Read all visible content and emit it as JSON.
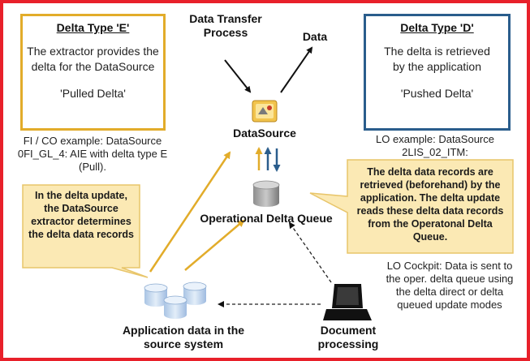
{
  "box_e": {
    "title": "Delta Type 'E'",
    "text": "The extractor provides the delta for the DataSource",
    "quote": "'Pulled Delta'"
  },
  "box_d": {
    "title": "Delta Type 'D'",
    "text": "The delta is retrieved by the application",
    "quote": "'Pushed Delta'"
  },
  "labels": {
    "dtp": "Data Transfer Process",
    "data": "Data",
    "datasource": "DataSource",
    "odq": "Operational Delta Queue",
    "app_data": "Application data in the source system",
    "doc_processing": "Document processing"
  },
  "notes": {
    "fi_co": "FI / CO example: DataSource 0FI_GL_4: AIE with delta type E (Pull).",
    "lo_example": "LO example: DataSource 2LIS_02_ITM:",
    "lo_cockpit": "LO Cockpit: Data is sent to the oper. delta queue using the delta direct or delta queued update modes"
  },
  "callouts": {
    "left": "In the delta update, the DataSource extractor determines the delta data records",
    "right": "The delta data records are retrieved (beforehand) by the application. The delta update reads these delta data records from the Operatonal Delta Queue."
  },
  "colors": {
    "frame": "#e8202a",
    "delta_e": "#e2ac2a",
    "delta_d": "#2a5d8c",
    "callout_fill": "#fbe9b4",
    "callout_border": "#e8c56a"
  }
}
